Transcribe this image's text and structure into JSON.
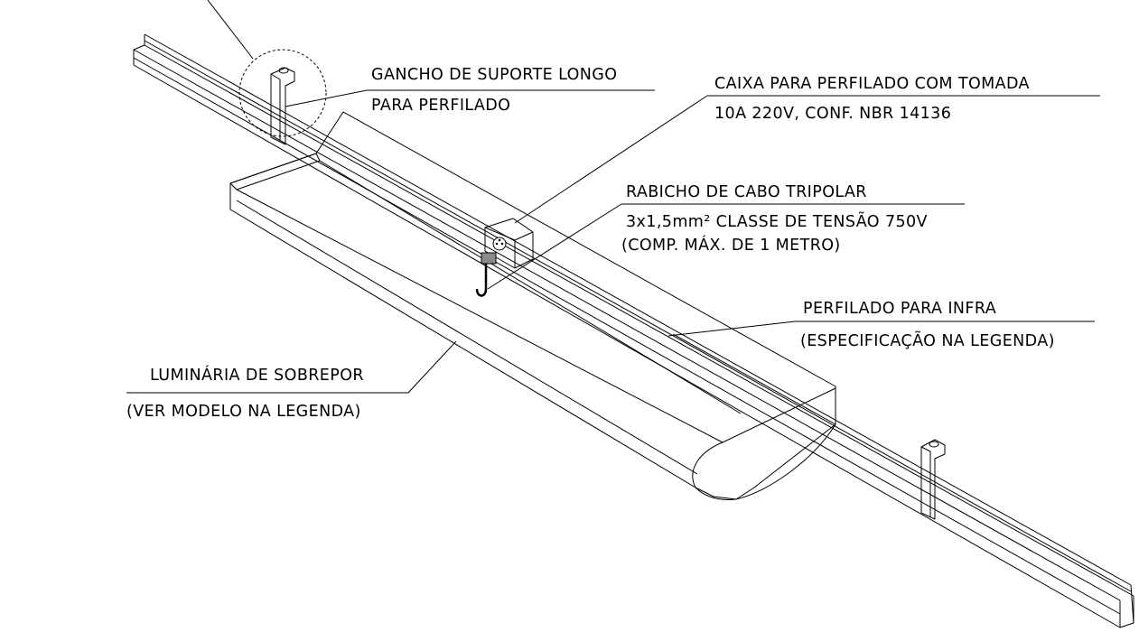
{
  "colors": {
    "luminaire_fill": "#2a70b6",
    "rail_fill": "#ffffff",
    "box_fill": "#8a8a8a",
    "line": "#000000"
  },
  "labels": {
    "hook_line1": "GANCHO DE SUPORTE LONGO",
    "hook_line2": "PARA PERFILADO",
    "box_line1": "CAIXA PARA PERFILADO COM TOMADA",
    "box_line2": "10A 220V, CONF. NBR 14136",
    "cable_line1": "RABICHO DE CABO TRIPOLAR",
    "cable_line2": "3x1,5mm² CLASSE DE TENSÃO 750V",
    "cable_line3": "(COMP. MÁX. DE 1 METRO)",
    "rail_line1": "PERFILADO PARA INFRA",
    "rail_line2": "(ESPECIFICAÇÃO NA LEGENDA)",
    "lum_line1": "LUMINÁRIA DE SOBREPOR",
    "lum_line2": "(VER MODELO NA LEGENDA)"
  }
}
